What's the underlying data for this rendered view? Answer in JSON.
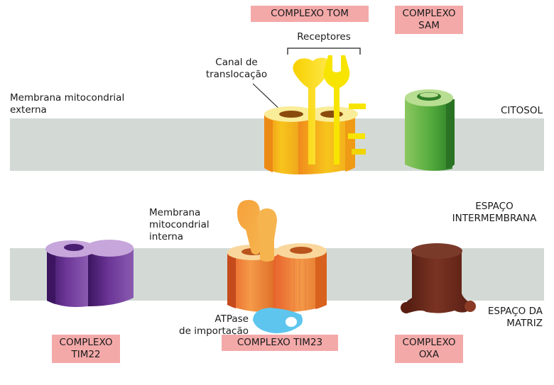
{
  "colors": {
    "membrane": "#d3dad6",
    "tom_yellow": "#f5cf1c",
    "receptor_yellow": "#f7e400",
    "sam_green": "#4fa83a",
    "tim22_purple": "#5b2d86",
    "tim23_orange": "#f08a3c",
    "oxa_brown": "#6b2a1c",
    "atpase_blue": "#5ec6ee",
    "label_box": "#f4a9a9"
  },
  "labels": {
    "complexo_tom": "COMPLEXO TOM",
    "complexo_sam_l1": "COMPLEXO",
    "complexo_sam_l2": "SAM",
    "receptores": "Receptores",
    "canal_l1": "Canal de",
    "canal_l2": "translocação",
    "membrana_externa_l1": "Membrana mitocondrial",
    "membrana_externa_l2": "externa",
    "citosol": "CITOSOL",
    "membrana_interna_l1": "Membrana",
    "membrana_interna_l2": "mitocondrial",
    "membrana_interna_l3": "interna",
    "espaco_inter_l1": "ESPAÇO",
    "espaco_inter_l2": "INTERMEMBRANA",
    "atpase_l1": "ATPase",
    "atpase_l2": "de importação",
    "espaco_matriz_l1": "ESPAÇO DA",
    "espaco_matriz_l2": "MATRIZ",
    "complexo_tim22_l1": "COMPLEXO",
    "complexo_tim22_l2": "TIM22",
    "complexo_tim23": "COMPLEXO TIM23",
    "complexo_oxa_l1": "COMPLEXO",
    "complexo_oxa_l2": "OXA"
  }
}
